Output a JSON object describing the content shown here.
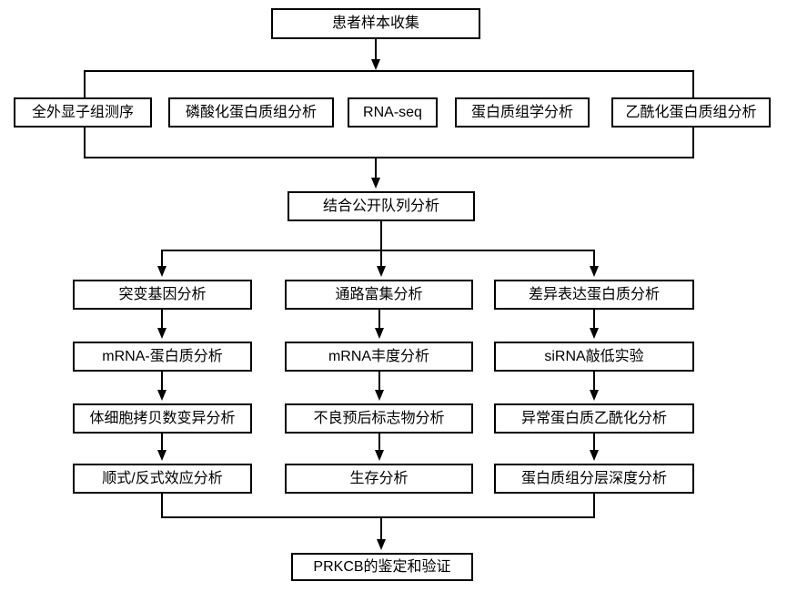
{
  "nodes": {
    "patient": "患者样本收集",
    "sources": [
      "全外显子组测序",
      "磷酸化蛋白质组分析",
      "RNA-seq",
      "蛋白质组学分析",
      "乙酰化蛋白质组分析"
    ],
    "cohort": "结合公开队列分析",
    "col_left": [
      "突变基因分析",
      "mRNA-蛋白质分析",
      "体细胞拷贝数变异分析",
      "顺式/反式效应分析"
    ],
    "col_mid": [
      "通路富集分析",
      "mRNA丰度分析",
      "不良预后标志物分析",
      "生存分析"
    ],
    "col_right": [
      "差异表达蛋白质分析",
      "siRNA敲低实验",
      "异常蛋白质乙酰化分析",
      "蛋白质组分层深度分析"
    ],
    "final": "PRKCB的鉴定和验证"
  },
  "colors": {
    "line": "#000000",
    "box_border": "#000000",
    "box_fill": "#ffffff",
    "text": "#000000",
    "background": "#ffffff"
  }
}
